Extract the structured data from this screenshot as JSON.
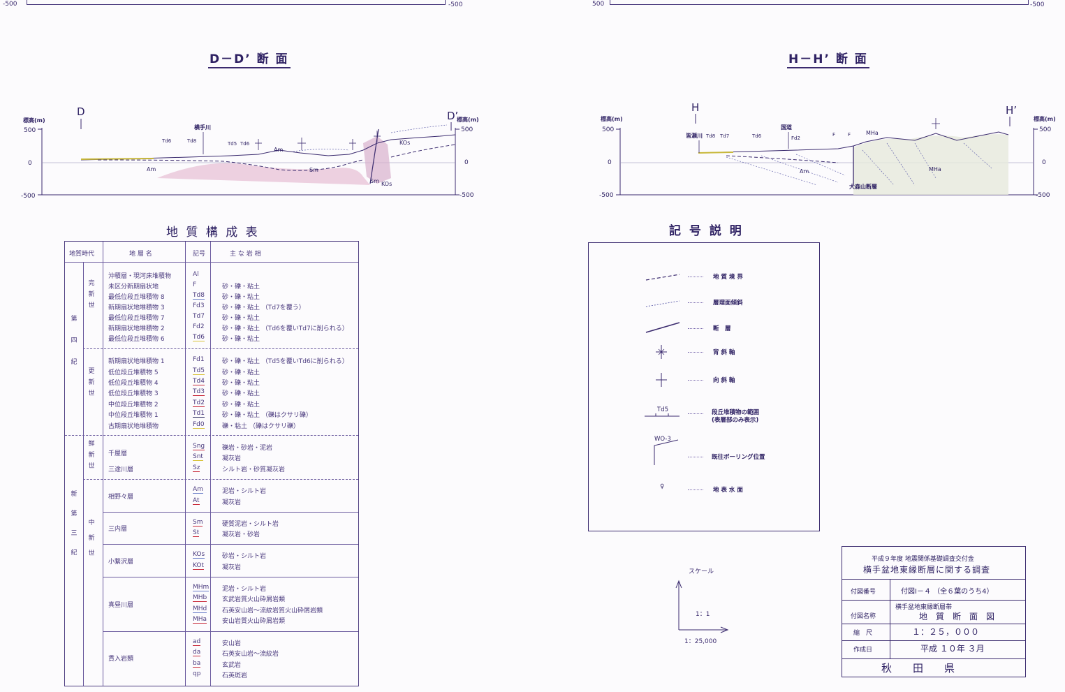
{
  "top_fragments": {
    "left_a": "-500",
    "left_b": "-500",
    "right_a": "500",
    "right_b": "-500"
  },
  "section_dd": {
    "title": "D－D’ 断 面",
    "left_letter": "D",
    "right_letter": "D’",
    "axis_title": "標高(m)",
    "ticks": [
      "500",
      "0",
      "-500"
    ],
    "labels": {
      "td6a": "Td6",
      "td8": "Td8",
      "river": "横手川",
      "td5": "Td5",
      "td6b": "Td6",
      "am_top": "Am",
      "kos_top": "KOs",
      "am_left": "Am",
      "sm_mid": "Sm",
      "sm_bot": "Sm",
      "kos_bot": "KOs"
    }
  },
  "section_hh": {
    "title": "H－H’ 断 面",
    "left_letter": "H",
    "right_letter": "H’",
    "axis_title": "標高(m)",
    "ticks": [
      "500",
      "0",
      "-500"
    ],
    "labels": {
      "river": "皆瀬川",
      "td8": "Td8",
      "td7": "Td7",
      "td6": "Td6",
      "road": "国道",
      "fd2": "Fd2",
      "f1": "F",
      "f2": "F",
      "mha_top": "MHa",
      "am": "Am",
      "mha_mid": "MHa",
      "fault": "大森山断層"
    }
  },
  "geo_table": {
    "title": "地 質 構 成 表",
    "headers": {
      "era": "地質時代",
      "name": "地 層 名",
      "symbol": "記号",
      "rock": "主 な 岩 相"
    },
    "eras": {
      "q": "第四紀",
      "n": "新第三紀"
    },
    "epochs": {
      "holocene": "完新世",
      "pleistocene": "更新世",
      "pliocene": "鮮新世",
      "miocene": "中新世"
    },
    "rows_a": [
      {
        "name": "沖積層・現河床堆積物",
        "sym": "Al",
        "rock": "",
        "c": ""
      },
      {
        "name": "未区分新期扇状地",
        "sym": "F",
        "rock": "砂・礫・粘土",
        "c": ""
      },
      {
        "name": "最低位段丘堆積物 8",
        "sym": "Td8",
        "rock": "砂・礫・粘土",
        "c": "#6b7fc9"
      },
      {
        "name": "新期扇状地堆積物 3",
        "sym": "Fd3",
        "rock": "砂・礫・粘土 （Td7を覆う）",
        "c": ""
      },
      {
        "name": "最低位段丘堆積物 7",
        "sym": "Td7",
        "rock": "砂・礫・粘土",
        "c": ""
      },
      {
        "name": "新期扇状地堆積物 2",
        "sym": "Fd2",
        "rock": "砂・礫・粘土 （Td6を覆いTd7に削られる）",
        "c": ""
      },
      {
        "name": "最低位段丘堆積物 6",
        "sym": "Td6",
        "rock": "砂・礫・粘土",
        "c": "#d8c23a"
      }
    ],
    "rows_b": [
      {
        "name": "新期扇状地堆積物 1",
        "sym": "Fd1",
        "rock": "砂・礫・粘土 （Td5を覆いTd6に削られる）",
        "c": ""
      },
      {
        "name": "低位段丘堆積物 5",
        "sym": "Td5",
        "rock": "砂・礫・粘土",
        "c": "#d8c23a"
      },
      {
        "name": "低位段丘堆積物 4",
        "sym": "Td4",
        "rock": "砂・礫・粘土",
        "c": "#c82a3a"
      },
      {
        "name": "低位段丘堆積物 3",
        "sym": "Td3",
        "rock": "砂・礫・粘土",
        "c": "#c82a3a"
      },
      {
        "name": "中位段丘堆積物 2",
        "sym": "Td2",
        "rock": "砂・礫・粘土",
        "c": "#c82a3a"
      },
      {
        "name": "中位段丘堆積物 1",
        "sym": "Td1",
        "rock": "砂・礫・粘土 （礫はクサリ礫）",
        "c": "#2a2a5e"
      },
      {
        "name": "古期扇状地堆積物",
        "sym": "Fd0",
        "rock": "礫・粘土 （礫はクサリ礫）",
        "c": "#d8c23a"
      }
    ],
    "rows_c": [
      {
        "name": "千屋層",
        "sym": "Sng",
        "rock": "礫岩・砂岩・泥岩",
        "c": "#c82a3a"
      },
      {
        "name": "",
        "sym": "Snt",
        "rock": "凝灰岩",
        "c": "#d8c23a"
      },
      {
        "name": "三途川層",
        "sym": "Sz",
        "rock": "シルト岩・砂質凝灰岩",
        "c": "#c82a3a"
      }
    ],
    "rows_d": [
      {
        "name": "相野々層",
        "sym1": "Am",
        "rock1": "泥岩・シルト岩",
        "c1": "#6b7fc9",
        "sym2": "At",
        "rock2": "凝灰岩",
        "c2": "#c82a3a"
      },
      {
        "name": "三内層",
        "sym1": "Sm",
        "rock1": "硬質泥岩・シルト岩",
        "c1": "#c82a3a",
        "sym2": "St",
        "rock2": "凝灰岩・砂岩",
        "c2": "#c82a3a"
      },
      {
        "name": "小繋沢層",
        "sym1": "KOs",
        "rock1": "砂岩・シルト岩",
        "c1": "#6b7fc9",
        "sym2": "KOt",
        "rock2": "凝灰岩",
        "c2": "#c82a3a"
      }
    ],
    "rows_e": [
      {
        "sym": "MHm",
        "rock": "泥岩・シルト岩",
        "c": "#6b7fc9"
      },
      {
        "sym": "MHb",
        "rock": "玄武岩質火山砕屑岩類",
        "c": "#c82a3a"
      },
      {
        "sym": "MHd",
        "rock": "石英安山岩～流紋岩質火山砕屑岩類",
        "c": "#6b7fc9"
      },
      {
        "sym": "MHa",
        "rock": "安山岩質火山砕屑岩類",
        "c": "#c82a3a"
      }
    ],
    "rows_e_name": "真昼川層",
    "rows_f": [
      {
        "sym": "ad",
        "rock": "安山岩",
        "c": "#c82a3a"
      },
      {
        "sym": "da",
        "rock": "石英安山岩～流紋岩",
        "c": "#c82a3a"
      },
      {
        "sym": "ba",
        "rock": "玄武岩",
        "c": "#c82a3a"
      },
      {
        "sym": "qp",
        "rock": "石英斑岩",
        "c": ""
      }
    ],
    "rows_f_name": "貫入岩類"
  },
  "legend": {
    "title": "記 号 説 明",
    "items": [
      "地 質 境 界",
      "層理面傾斜",
      "断　層",
      "背 斜 軸",
      "向 斜 軸",
      "段丘堆積物の範囲",
      "(表層部のみ表示)",
      "既往ボーリング位置",
      "地 表 水 面"
    ],
    "td5": "Td5",
    "boring": "WO-3",
    "water_symbol": "♀"
  },
  "scale": {
    "title": "スケール",
    "ratio": "1：1",
    "scale": "1：25,000"
  },
  "title_block": {
    "line1": "平成９年度 地震関係基礎調査交付金",
    "line2": "横手盆地東縁断層に関する調査",
    "k_num": "付図番号",
    "v_num": "付図Ⅰ－４ （全６葉のうち4）",
    "k_name": "付図名称",
    "v_name1": "横手盆地東縁断層帯",
    "v_name2": "地　質　断　面　図",
    "k_scale": "縮　尺",
    "v_scale": "１：２５，０００",
    "k_date": "作成日",
    "v_date": "平成 １０年 ３月",
    "pref": "秋　　田　　県"
  }
}
